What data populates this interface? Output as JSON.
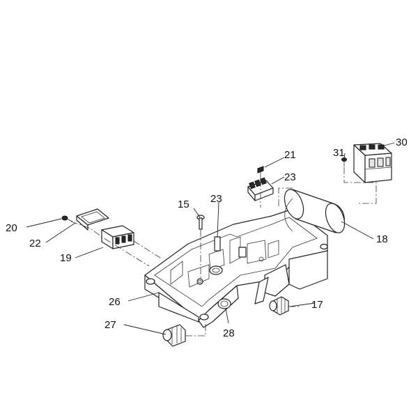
{
  "callouts": {
    "p15": "15",
    "p17": "17",
    "p18": "18",
    "p19": "19",
    "p20": "20",
    "p21": "21",
    "p22": "22",
    "p23_top": "23",
    "p23_mid": "23",
    "p26": "26",
    "p27": "27",
    "p28": "28",
    "p30": "30",
    "p31": "31"
  }
}
